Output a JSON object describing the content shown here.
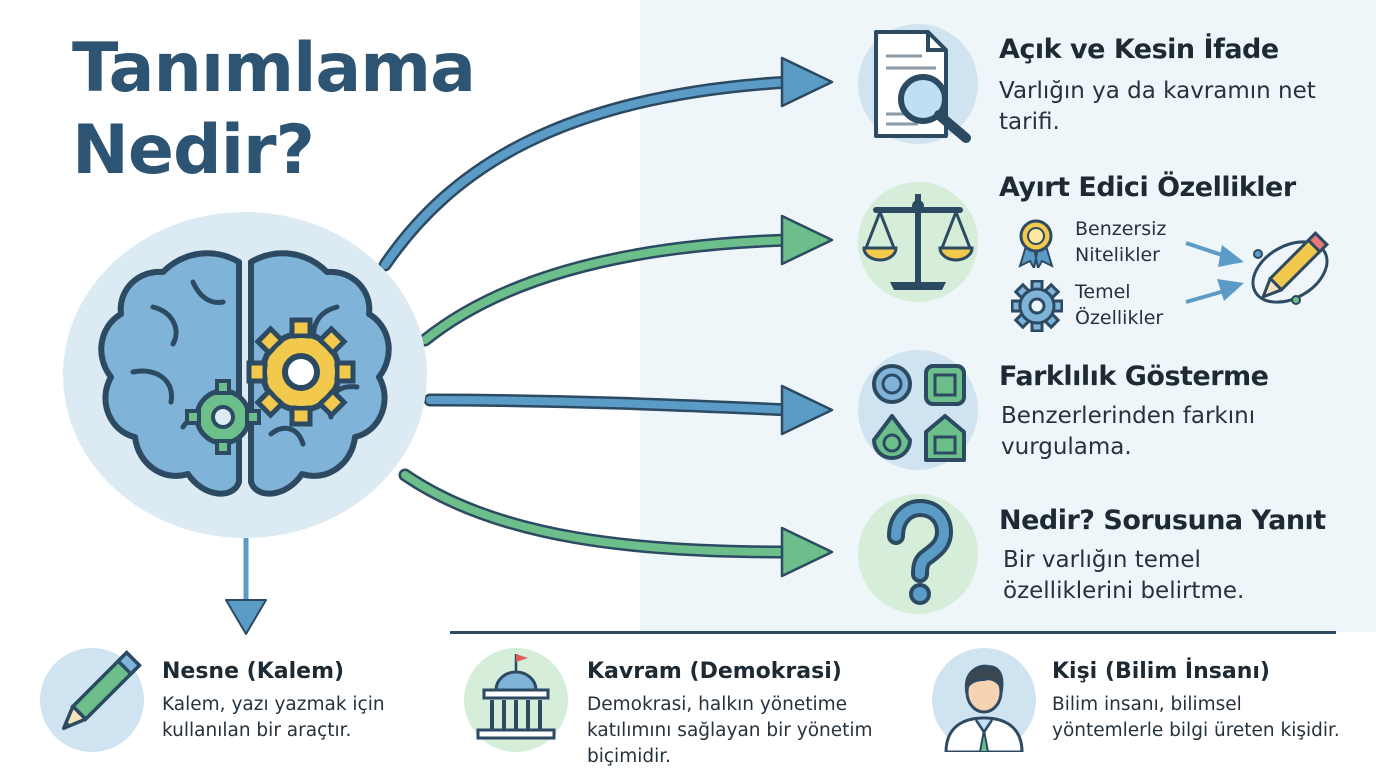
{
  "title": {
    "line1": "Tanımlama",
    "line2": "Nedir?"
  },
  "items": [
    {
      "heading": "Açık ve Kesin İfade",
      "description": "Varlığın ya da kavramın net tarifi."
    },
    {
      "heading": "Ayırt Edici Özellikler",
      "sub": [
        {
          "label": "Benzersiz Nitelikler"
        },
        {
          "label": "Temel Özellikler"
        }
      ]
    },
    {
      "heading": "Farklılık Gösterme",
      "description": "Benzerlerinden farkını vurgulama."
    },
    {
      "heading": "Nedir? Sorusuna Yanıt",
      "description": "Bir varlığın temel özelliklerini belirtme."
    }
  ],
  "examples": [
    {
      "heading": "Nesne (Kalem)",
      "description": "Kalem, yazı yazmak için kullanılan bir araçtır."
    },
    {
      "heading": "Kavram (Demokrasi)",
      "description": "Demokrasi, halkın yönetime katılımını sağlayan bir yönetim biçimidir."
    },
    {
      "heading": "Kişi (Bilim İnsanı)",
      "description": "Bilim insanı, bilimsel yöntemlerle bilgi üreten kişidir."
    }
  ],
  "colors": {
    "title": "#2d5573",
    "blue": "#5b9cc7",
    "green": "#6cbf8a",
    "yellow": "#f2c94c",
    "dark": "#2d4a63"
  }
}
